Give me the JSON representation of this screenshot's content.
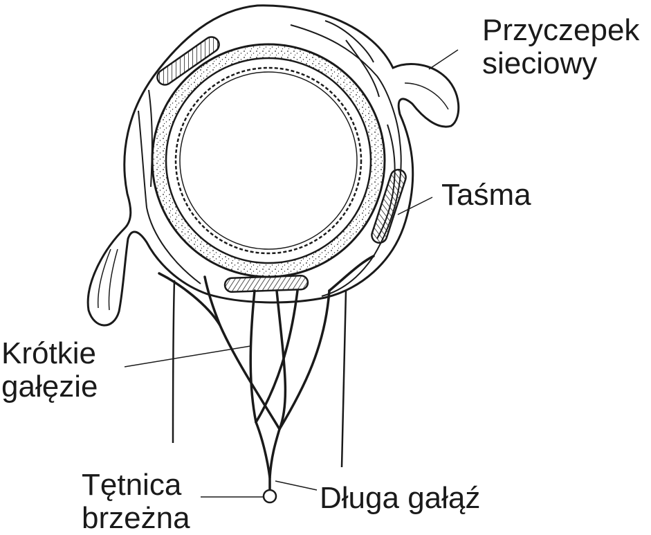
{
  "labels": {
    "appendix_line1": "Przyczepek",
    "appendix_line2": "sieciowy",
    "taenia": "Taśma",
    "short_branches_line1": "Krótkie",
    "short_branches_line2": "gałęzie",
    "artery_line1": "Tętnica",
    "artery_line2": "brzeżna",
    "long_branch": "Długa gałąź"
  },
  "colors": {
    "ink": "#1a1a1a",
    "background": "#ffffff"
  }
}
